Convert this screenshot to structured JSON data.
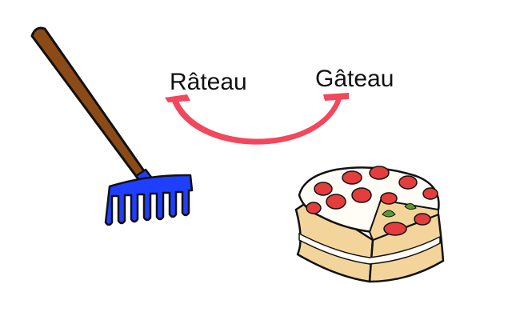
{
  "words": {
    "left": "Râteau",
    "right": "Gâteau"
  },
  "images": {
    "left": "rake",
    "right": "cake"
  },
  "colors": {
    "arc": "#f2475d",
    "rake_handle": "#8b4a16",
    "rake_head": "#1f3fff",
    "frosting": "#fffdf6",
    "sponge": "#f3d59c",
    "strawberry": "#e43d3d",
    "leaf": "#5b9a2a"
  }
}
